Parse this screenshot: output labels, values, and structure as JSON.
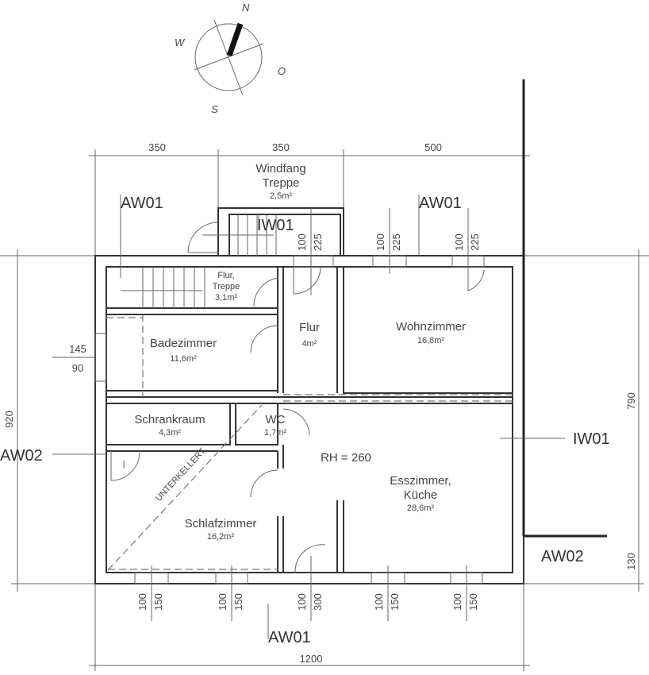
{
  "compass": {
    "n": "N",
    "w": "W",
    "o": "O",
    "s": "S"
  },
  "dimensions": {
    "top": [
      "350",
      "350",
      "500"
    ],
    "left_total": "920",
    "left_window": [
      "145",
      "90"
    ],
    "right_main": "790",
    "right_small": "130",
    "bottom_total": "1200"
  },
  "rooms": {
    "windfang": {
      "name1": "Windfang",
      "name2": "Treppe",
      "area": "2,5m²"
    },
    "flur_treppe": {
      "name1": "Flur,",
      "name2": "Treppe",
      "area": "3,1m²"
    },
    "badezimmer": {
      "name": "Badezimmer",
      "area": "11,6m²"
    },
    "flur": {
      "name": "Flur",
      "area": "4m²"
    },
    "wohnzimmer": {
      "name": "Wohnzimmer",
      "area": "16,8m²"
    },
    "schrankraum": {
      "name": "Schrankraum",
      "area": "4,3m²"
    },
    "wc": {
      "name": "WC",
      "area": "1,7m²"
    },
    "schlafzimmer": {
      "name": "Schlafzimmer",
      "area": "16,2m²"
    },
    "esszimmer": {
      "name1": "Esszimmer,",
      "name2": "Küche",
      "area": "28,6m²"
    }
  },
  "annotations": {
    "room_height": "RH = 260",
    "unterkellert": "UNTERKELLERT",
    "wall_labels": [
      "AW01",
      "IW01",
      "AW01",
      "AW02",
      "IW01",
      "AW02",
      "AW01"
    ]
  },
  "openings": {
    "top": [
      [
        "100",
        "225"
      ],
      [
        "100",
        "225"
      ],
      [
        "100",
        "225"
      ]
    ],
    "bottom": [
      [
        "100",
        "150"
      ],
      [
        "100",
        "150"
      ],
      [
        "100",
        "300"
      ],
      [
        "100",
        "150"
      ],
      [
        "100",
        "150"
      ]
    ]
  }
}
